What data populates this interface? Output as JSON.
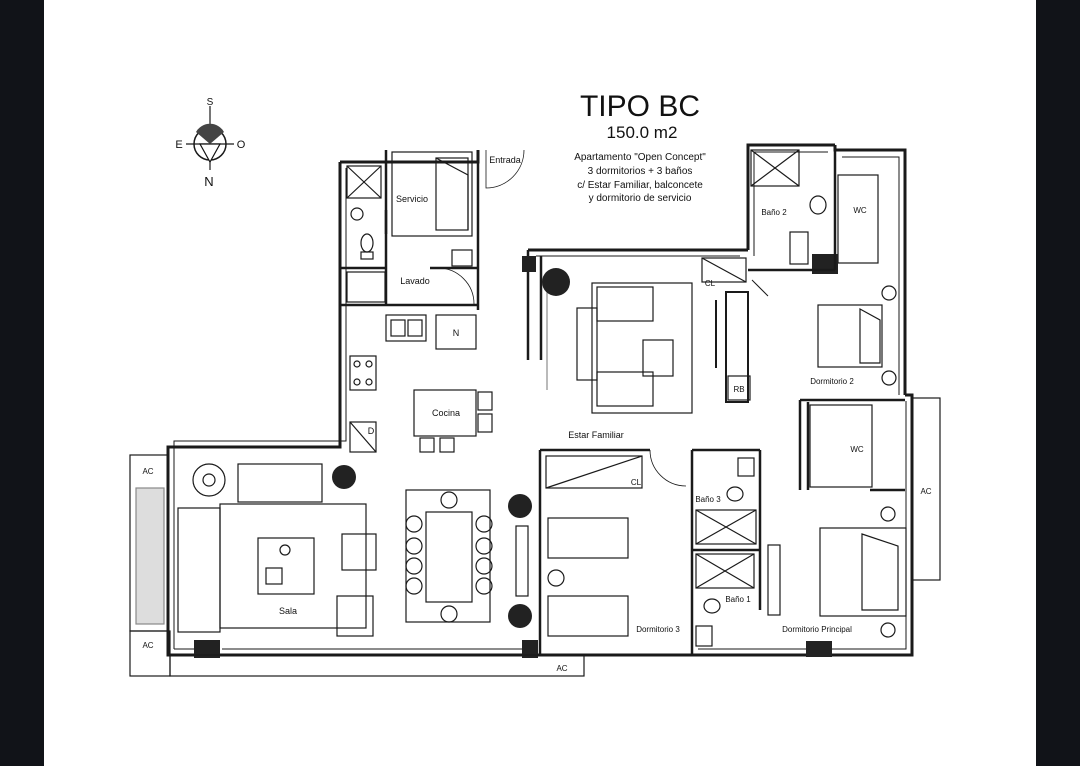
{
  "title": "TIPO BC",
  "area": "150.0 m2",
  "description": [
    "Apartamento \"Open Concept\"",
    "3 dormitorios + 3 baños",
    "c/ Estar Familiar, balconcete",
    "y dormitorio de servicio"
  ],
  "compass": {
    "south": "S",
    "east": "E",
    "west": "O",
    "north": "N"
  },
  "rooms": {
    "entrada": "Entrada",
    "servicio": "Servicio",
    "lavado": "Lavado",
    "n": "N",
    "cocina": "Cocina",
    "d": "D",
    "estar_familiar": "Estar Familiar",
    "sala": "Sala",
    "cl_estar": "CL",
    "cl_dorm3": "CL",
    "dormitorio_3": "Dormitorio 3",
    "bano_3": "Baño 3",
    "bano_1": "Baño 1",
    "bano_2": "Baño 2",
    "wc_top": "WC",
    "wc_mid": "WC",
    "rb": "RB",
    "dormitorio_2": "Dormitorio 2",
    "dormitorio_principal": "Dormitorio Principal",
    "ac_left_top": "AC",
    "ac_left_bottom": "AC",
    "ac_bottom": "AC",
    "ac_right": "AC"
  },
  "colors": {
    "wall": "#1a1a1a",
    "line": "#222222",
    "background": "#ffffff",
    "outer": "#111318"
  }
}
